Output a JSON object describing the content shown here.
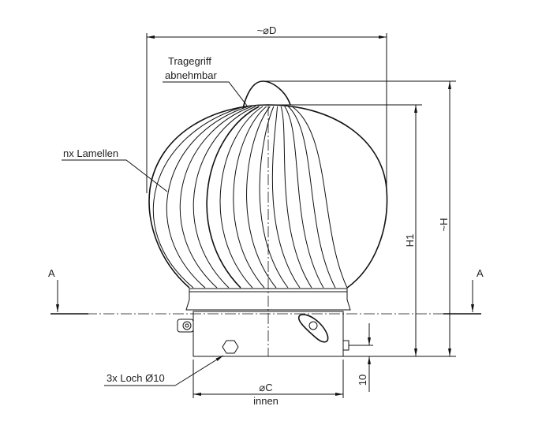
{
  "labels": {
    "diameter_d": "~⌀D",
    "handle_line1": "Tragegriff",
    "handle_line2": "abnehmbar",
    "lamellae": "nx Lamellen",
    "holes": "3x Loch Ø10",
    "diameter_c": "⌀C",
    "diameter_c_note": "innen",
    "height_h1": "H1",
    "height_h": "~H",
    "offset": "10",
    "section_left": "A",
    "section_right": "A"
  },
  "colors": {
    "line": "#111111",
    "background": "#ffffff"
  }
}
